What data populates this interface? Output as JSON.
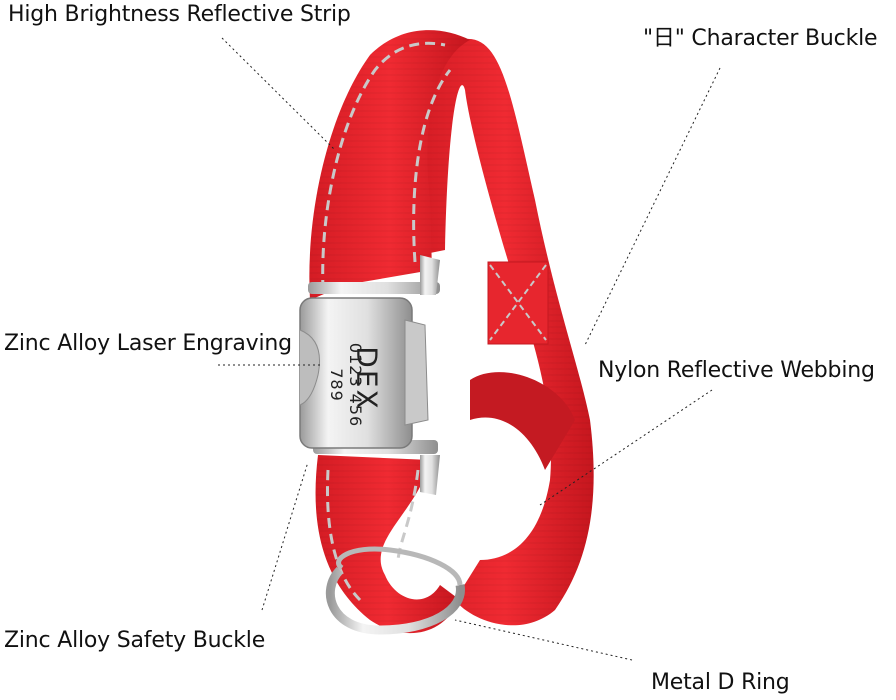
{
  "labels": {
    "reflective_strip": "High Brightness Reflective Strip",
    "character_buckle": "\"日\" Character Buckle",
    "laser_engraving": "Zinc Alloy Laser Engraving",
    "nylon_webbing": "Nylon Reflective Webbing",
    "safety_buckle": "Zinc Alloy Safety Buckle",
    "metal_d_ring": "Metal D Ring"
  },
  "engraving": {
    "name": "DEX",
    "phone": "0123 456 789"
  },
  "colors": {
    "collar_red": "#e8262e",
    "collar_dark": "#b3141c",
    "stitch": "#c9c9c9",
    "metal": "#d9d9d9"
  }
}
